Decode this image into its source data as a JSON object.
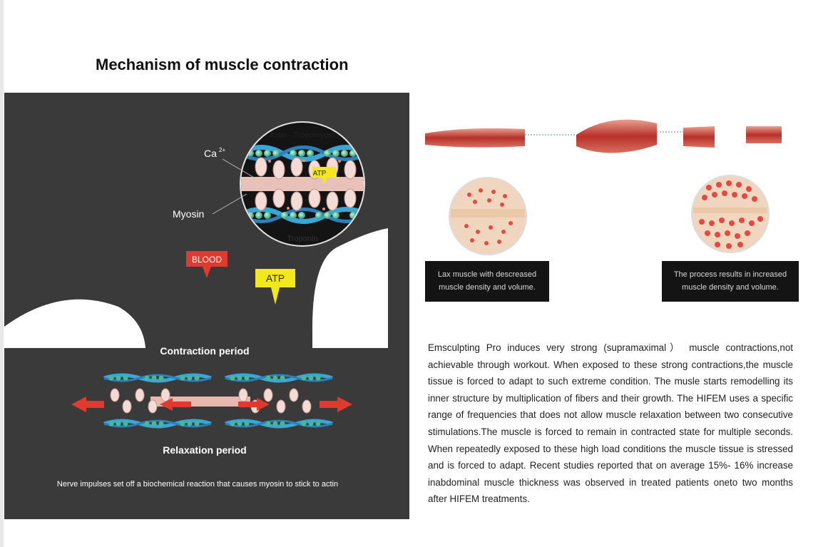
{
  "title": "Mechanism of muscle contraction",
  "diagram": {
    "labels": {
      "actin": "Actin",
      "tropomyosin": "Tropomyosin",
      "calcium": "Ca",
      "calcium_sup": "2+",
      "atp_inner": "ATP",
      "myosin": "Myosin",
      "troponin": "Troponin",
      "blood": "BLOOD",
      "atp": "ATP",
      "contraction": "Contraction period",
      "relaxation": "Relaxation period",
      "caption": "Nerve impulses set off a biochemical reaction that causes myosin to stick to actin"
    },
    "colors": {
      "panel": "#3a3a3a",
      "blood_tag": "#e03a30",
      "atp_tag": "#f3e81d",
      "arrow": "#e03a30"
    }
  },
  "comparison": {
    "before_caption_1": "Lax muscle with descreased",
    "before_caption_2": "muscle density and volume.",
    "after_caption_1": "The process results in increased",
    "after_caption_2": "muscle density and volume."
  },
  "body_text": "Emsculpting Pro induces very strong (supramaximal） muscle contractions,not achievable through workout. When exposed to these strong contractions,the muscle tissue is forced to adapt to such extreme condition. The musle starts remodelling its inner structure by multiplication of fibers and their growth. The HIFEM uses a specific range of frequencies that does not allow muscle relaxation between two consecutive stimulations.The muscle is forced to remain in contracted state for multiple seconds. When repeatedly exposed to these high load conditions the muscle tissue is stressed and is forced to adapt. Recent studies reported that on average 15%- 16% increase inabdominal muscle thickness was observed in treated patients oneto two months after HIFEM treatments."
}
